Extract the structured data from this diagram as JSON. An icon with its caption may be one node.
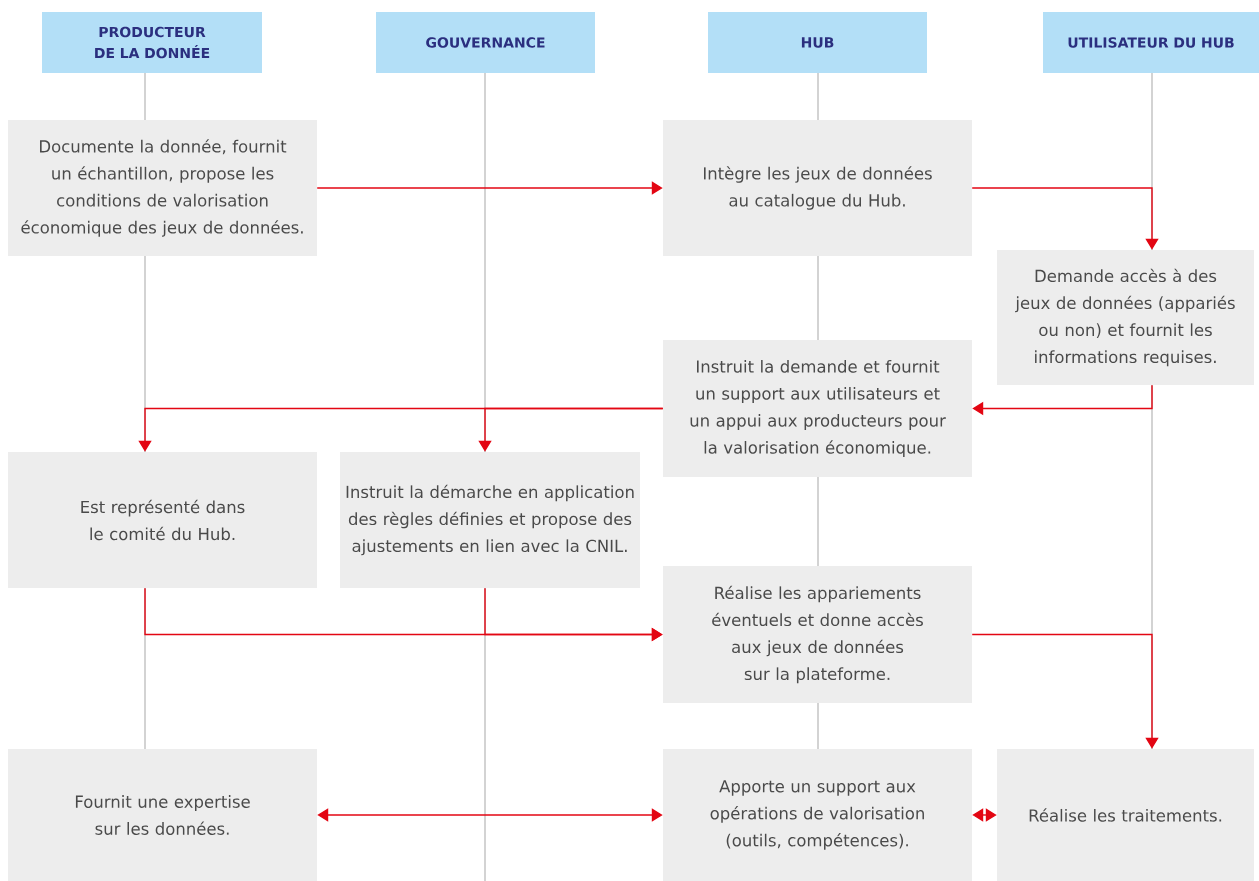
{
  "diagram": {
    "nodes": [
      {
        "text": [
          "PRODUCTEUR DE LA DONNÉE"
        ]
      },
      {
        "text": [
          "GOUVERNANCE"
        ]
      },
      {
        "text": [
          "HUB"
        ]
      },
      {
        "text": [
          "UTILISATEUR DU HUB"
        ]
      },
      {
        "text": [
          "Documente la donnée, fournit un échantillon, propose les conditions de valorisation économique des jeux de données."
        ]
      },
      {
        "text": [
          "Intègre les jeux de données au catalogue du Hub."
        ]
      },
      {
        "text": [
          "Demande accès à des jeux de données (appariés ou non) et fournit les informations requises."
        ]
      },
      {
        "text": [
          "Instruit la demande et fournit un support aux utilisateurs et un appui aux producteurs pour la valorisation économique."
        ]
      },
      {
        "text": [
          "Est représenté dans le comité du Hub."
        ]
      },
      {
        "text": [
          "Instruit la démarche en application des règles définies et propose des ajustements en lien avec la CNIL."
        ]
      },
      {
        "text": [
          "Réalise les appariements éventuels et donne accès aux jeux de données sur la plateforme."
        ]
      },
      {
        "text": [
          "Fournit une expertise sur les données."
        ]
      },
      {
        "text": [
          "Apporte un support aux opérations de valorisation (outils, compétences)."
        ]
      },
      {
        "text": [
          "Réalise les traitements."
        ]
      }
    ],
    "edges": [
      {
        "from": 4,
        "to": 5,
        "arrow": "to"
      },
      {
        "from": 5,
        "to": 6,
        "arrow": "to"
      },
      {
        "from": 6,
        "to": 7,
        "arrow": "to"
      },
      {
        "from": 7,
        "to": 8,
        "arrow": "to"
      },
      {
        "from": 7,
        "to": 9,
        "arrow": "to"
      },
      {
        "from": 8,
        "to": 10,
        "arrow": "to"
      },
      {
        "from": 9,
        "to": 10,
        "arrow": "to"
      },
      {
        "from": 10,
        "to": 13,
        "arrow": "to"
      },
      {
        "from": 12,
        "to": 11,
        "arrow": "both"
      },
      {
        "from": 12,
        "to": 13,
        "arrow": "both"
      }
    ]
  }
}
